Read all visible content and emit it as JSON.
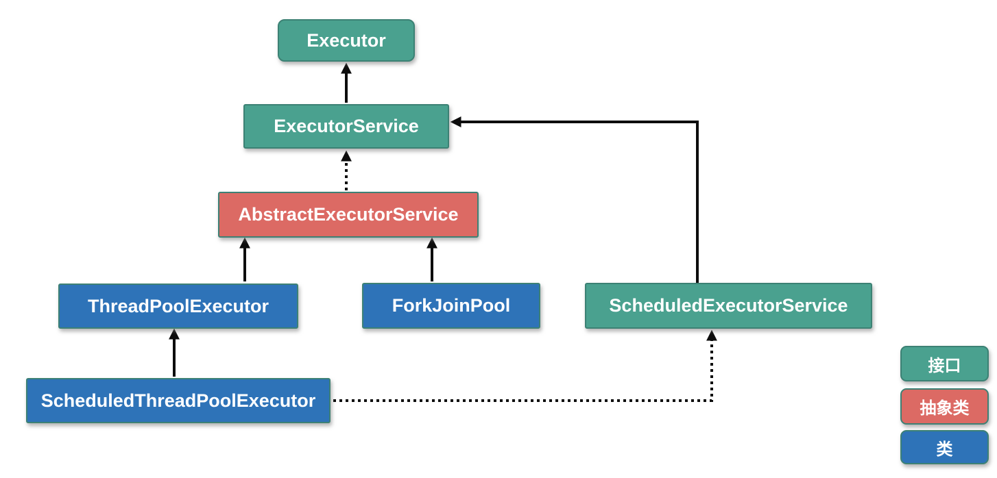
{
  "diagram": {
    "colors": {
      "interface_fill": "#4aa18f",
      "interface_border": "#3c8174",
      "abstract_fill": "#dc6a64",
      "abstract_border": "#3d8175",
      "class_fill": "#2e73b8",
      "class_border": "#3d8175",
      "arrow": "#0d0d0d",
      "label": "#ffffff"
    },
    "nodes": [
      {
        "id": "executor",
        "label": "Executor",
        "type": "interface"
      },
      {
        "id": "executor-service",
        "label": "ExecutorService",
        "type": "interface"
      },
      {
        "id": "abstract-executor-service",
        "label": "AbstractExecutorService",
        "type": "abstract_class"
      },
      {
        "id": "thread-pool-executor",
        "label": "ThreadPoolExecutor",
        "type": "class"
      },
      {
        "id": "fork-join-pool",
        "label": "ForkJoinPool",
        "type": "class"
      },
      {
        "id": "scheduled-executor-service",
        "label": "ScheduledExecutorService",
        "type": "interface"
      },
      {
        "id": "scheduled-thread-pool-executor",
        "label": "ScheduledThreadPoolExecutor",
        "type": "class"
      }
    ],
    "edges": [
      {
        "from": "ExecutorService",
        "to": "Executor",
        "style": "solid"
      },
      {
        "from": "AbstractExecutorService",
        "to": "ExecutorService",
        "style": "dotted"
      },
      {
        "from": "ThreadPoolExecutor",
        "to": "AbstractExecutorService",
        "style": "solid"
      },
      {
        "from": "ForkJoinPool",
        "to": "AbstractExecutorService",
        "style": "solid"
      },
      {
        "from": "ScheduledThreadPoolExecutor",
        "to": "ThreadPoolExecutor",
        "style": "solid"
      },
      {
        "from": "ScheduledExecutorService",
        "to": "ExecutorService",
        "style": "solid"
      },
      {
        "from": "ScheduledThreadPoolExecutor",
        "to": "ScheduledExecutorService",
        "style": "dotted"
      }
    ],
    "legend": [
      {
        "label": "接口",
        "type": "interface"
      },
      {
        "label": "抽象类",
        "type": "abstract_class"
      },
      {
        "label": "类",
        "type": "class"
      }
    ]
  }
}
